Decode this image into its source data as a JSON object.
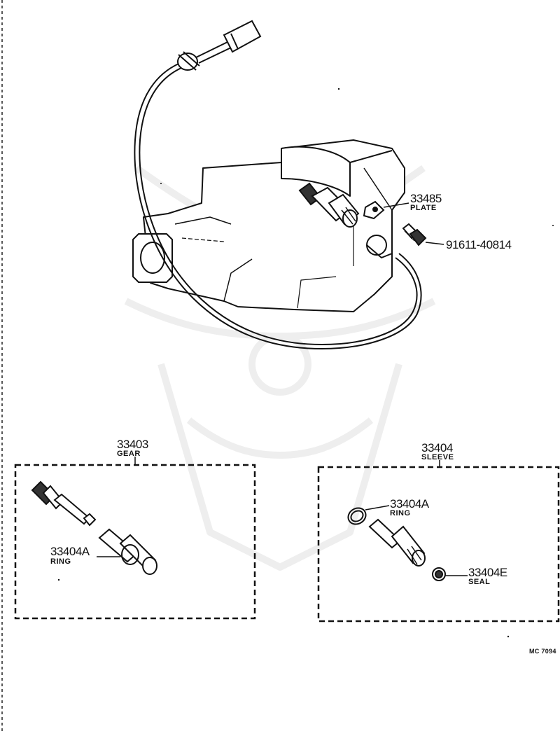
{
  "parts": {
    "plate": {
      "number": "33485",
      "name": "PLATE"
    },
    "bolt": {
      "number": "91611-40814"
    },
    "gear": {
      "number": "33403",
      "name": "GEAR"
    },
    "gear_ring": {
      "number": "33404A",
      "name": "RING"
    },
    "sleeve": {
      "number": "33404",
      "name": "SLEEVE"
    },
    "sleeve_ring": {
      "number": "33404A",
      "name": "RING"
    },
    "seal": {
      "number": "33404E",
      "name": "SEAL"
    }
  },
  "diagram_code": "MC 7094"
}
